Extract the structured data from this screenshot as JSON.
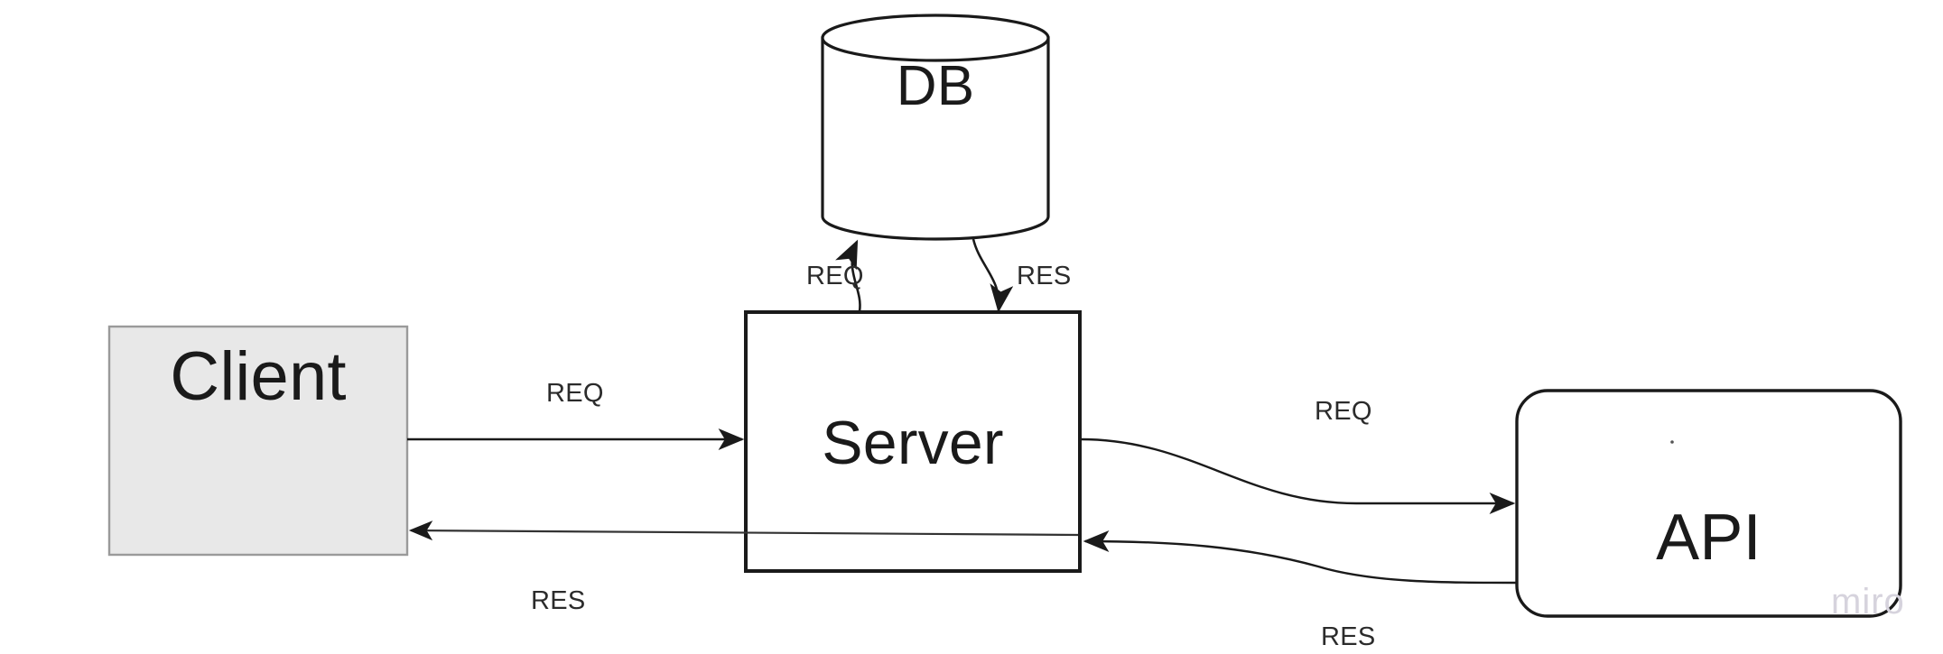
{
  "diagram": {
    "title": "Client-Server-DB-API request response flow",
    "background_color": "#ffffff",
    "nodes": [
      {
        "id": "db",
        "label": "DB",
        "shape": "cylinder",
        "fill": "#ffffff",
        "stroke": "#1a1a1a"
      },
      {
        "id": "client",
        "label": "Client",
        "shape": "rectangle",
        "fill": "#e8e8e8",
        "stroke": "#9a9a9a"
      },
      {
        "id": "server",
        "label": "Server",
        "shape": "rectangle",
        "fill": "#ffffff",
        "stroke": "#1a1a1a"
      },
      {
        "id": "api",
        "label": "API",
        "shape": "rounded-rectangle",
        "fill": "#ffffff",
        "stroke": "#1a1a1a"
      }
    ],
    "edges": [
      {
        "id": "server-db-req",
        "label": "REQ",
        "from": "server",
        "to": "db",
        "style": "curved-arrow"
      },
      {
        "id": "db-server-res",
        "label": "RES",
        "from": "db",
        "to": "server",
        "style": "curved-arrow"
      },
      {
        "id": "client-server-req",
        "label": "REQ",
        "from": "client",
        "to": "server",
        "style": "straight-arrow"
      },
      {
        "id": "server-client-res",
        "label": "RES",
        "from": "server",
        "to": "client",
        "style": "straight-arrow"
      },
      {
        "id": "server-api-req",
        "label": "REQ",
        "from": "server",
        "to": "api",
        "style": "curved-arrow"
      },
      {
        "id": "api-server-res",
        "label": "RES",
        "from": "api",
        "to": "server",
        "style": "curved-arrow"
      }
    ],
    "watermark": "miro"
  }
}
